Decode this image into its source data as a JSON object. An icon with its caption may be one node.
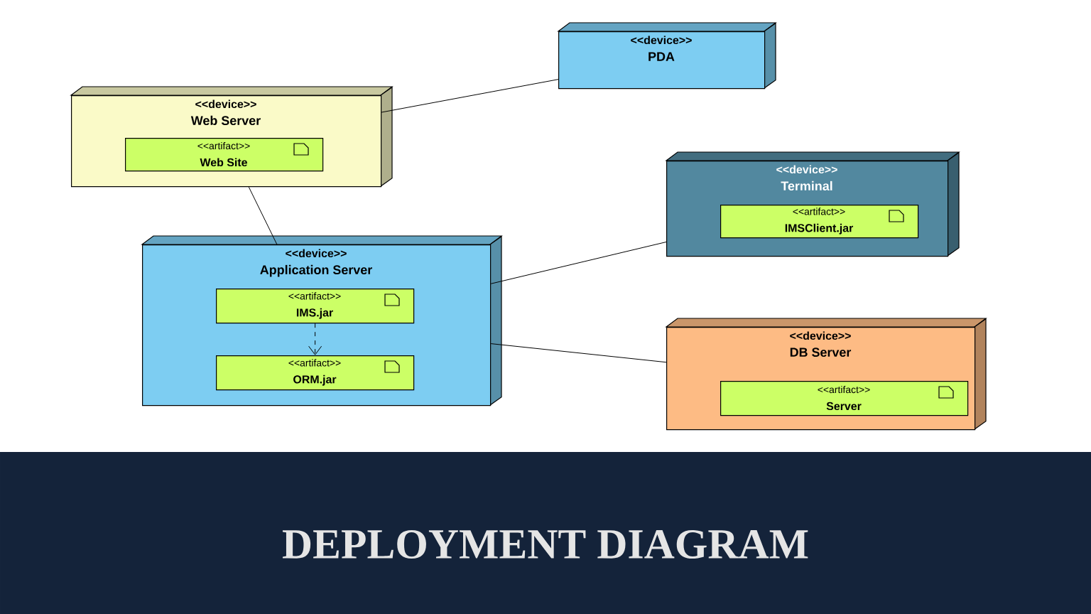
{
  "diagram": {
    "title": "DEPLOYMENT DIAGRAM",
    "nodes": [
      {
        "text": [
          "<<device>>",
          "PDA"
        ]
      },
      {
        "text": [
          "<<device>>",
          "Web Server"
        ]
      },
      {
        "text": [
          "<<artifact>>",
          "Web Site"
        ],
        "in": 1
      },
      {
        "text": [
          "<<device>>",
          "Terminal"
        ]
      },
      {
        "text": [
          "<<artifact>>",
          "IMSClient.jar"
        ],
        "in": 3
      },
      {
        "text": [
          "<<device>>",
          "Application Server"
        ]
      },
      {
        "text": [
          "<<artifact>>",
          "IMS.jar"
        ],
        "in": 5
      },
      {
        "text": [
          "<<artifact>>",
          "ORM.jar"
        ],
        "in": 5
      },
      {
        "text": [
          "<<device>>",
          "DB Server"
        ]
      },
      {
        "text": [
          "<<artifact>>",
          "Server"
        ],
        "in": 8
      }
    ],
    "edges": [
      {
        "from": 1,
        "to": 0,
        "arrow": "none"
      },
      {
        "from": 1,
        "to": 5,
        "arrow": "none"
      },
      {
        "from": 5,
        "to": 3,
        "arrow": "none"
      },
      {
        "from": 5,
        "to": 8,
        "arrow": "none"
      },
      {
        "from": 6,
        "to": 7,
        "arrow": "to",
        "style": "dashed"
      }
    ]
  }
}
